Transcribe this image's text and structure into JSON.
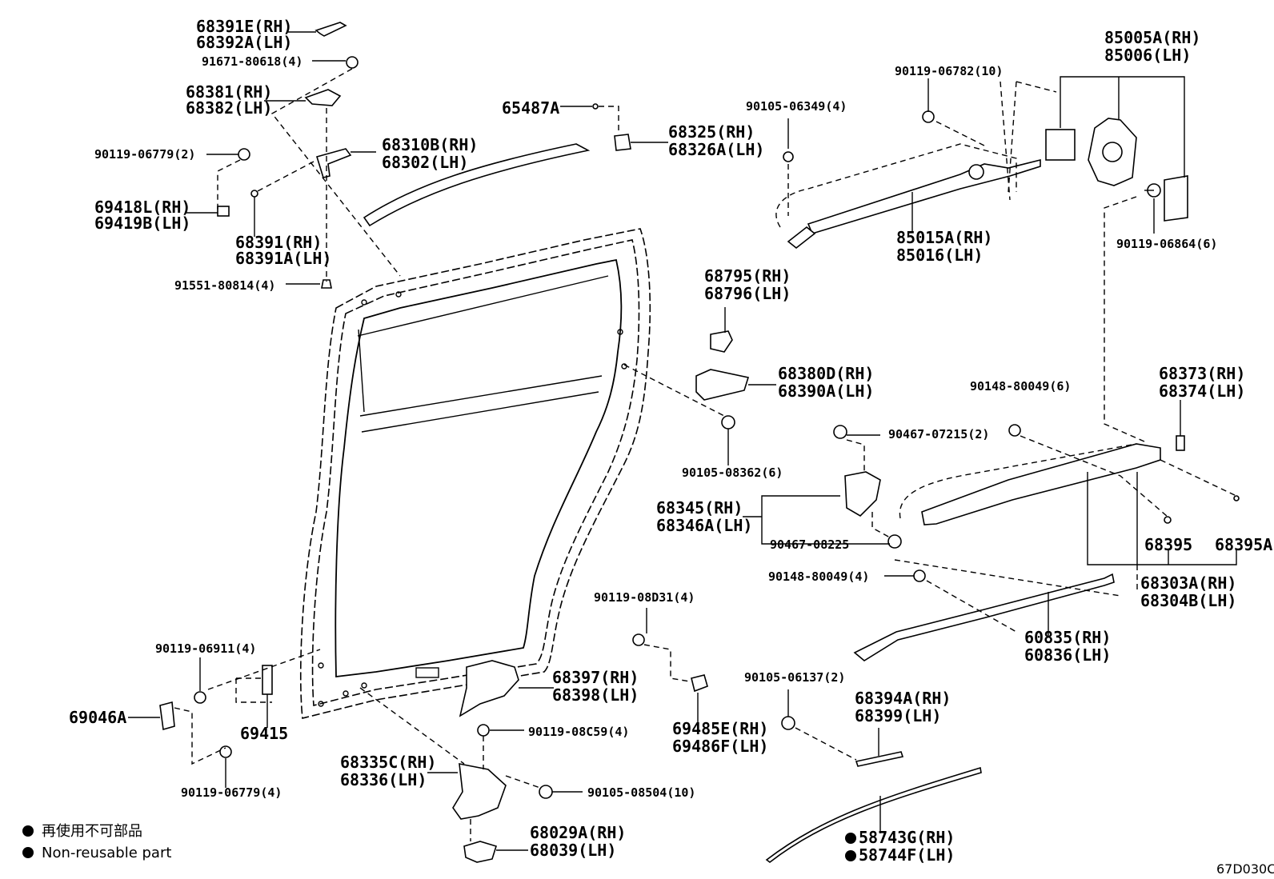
{
  "labels": {
    "l68391E": "68391E(RH)",
    "l68392A": "68392A(LH)",
    "l91671": "91671-80618(4)",
    "l68381": "68381(RH)",
    "l68382": "68382(LH)",
    "l90119_06779_2": "90119-06779(2)",
    "l68310B": "68310B(RH)",
    "l68302": "68302(LH)",
    "l69418L": "69418L(RH)",
    "l69419B": "69419B(LH)",
    "l68391": "68391(RH)",
    "l68391A": "68391A(LH)",
    "l91551": "91551-80814(4)",
    "l65487A": "65487A",
    "l68325": "68325(RH)",
    "l68326A": "68326A(LH)",
    "l90105_06349": "90105-06349(4)",
    "l90119_06782": "90119-06782(10)",
    "l85005A": "85005A(RH)",
    "l85006": "85006(LH)",
    "l85015A": "85015A(RH)",
    "l85016": "85016(LH)",
    "l90119_06864": "90119-06864(6)",
    "l68795": "68795(RH)",
    "l68796": "68796(LH)",
    "l68380D": "68380D(RH)",
    "l68390A": "68390A(LH)",
    "l90105_08362": "90105-08362(6)",
    "l90148_80049_6": "90148-80049(6)",
    "l68373": "68373(RH)",
    "l68374": "68374(LH)",
    "l90467_07215": "90467-07215(2)",
    "l68345": "68345(RH)",
    "l68346A": "68346A(LH)",
    "l90467_08225": "90467-08225",
    "l68395": "68395",
    "l68395A": "68395A",
    "l90148_80049_4": "90148-80049(4)",
    "l68303A": "68303A(RH)",
    "l68304B": "68304B(LH)",
    "l90119_08D31": "90119-08D31(4)",
    "l60835": "60835(RH)",
    "l60836": "60836(LH)",
    "l90119_06911": "90119-06911(4)",
    "l68397": "68397(RH)",
    "l68398": "68398(LH)",
    "l90105_06137": "90105-06137(2)",
    "l68394A": "68394A(RH)",
    "l68399": "68399(LH)",
    "l69046A": "69046A",
    "l69415": "69415",
    "l90119_08C59": "90119-08C59(4)",
    "l69485E": "69485E(RH)",
    "l69486F": "69486F(LH)",
    "l68335C": "68335C(RH)",
    "l68336": "68336(LH)",
    "l90105_08504": "90105-08504(10)",
    "l90119_06779_4": "90119-06779(4)",
    "l68029A": "68029A(RH)",
    "l68039": "68039(LH)",
    "l58743G": "58743G(RH)",
    "l58744F": "58744F(LH)"
  },
  "legend": {
    "jp": "再使用不可部品",
    "en": "Non-reusable part"
  },
  "diagram_code": "67D030C"
}
